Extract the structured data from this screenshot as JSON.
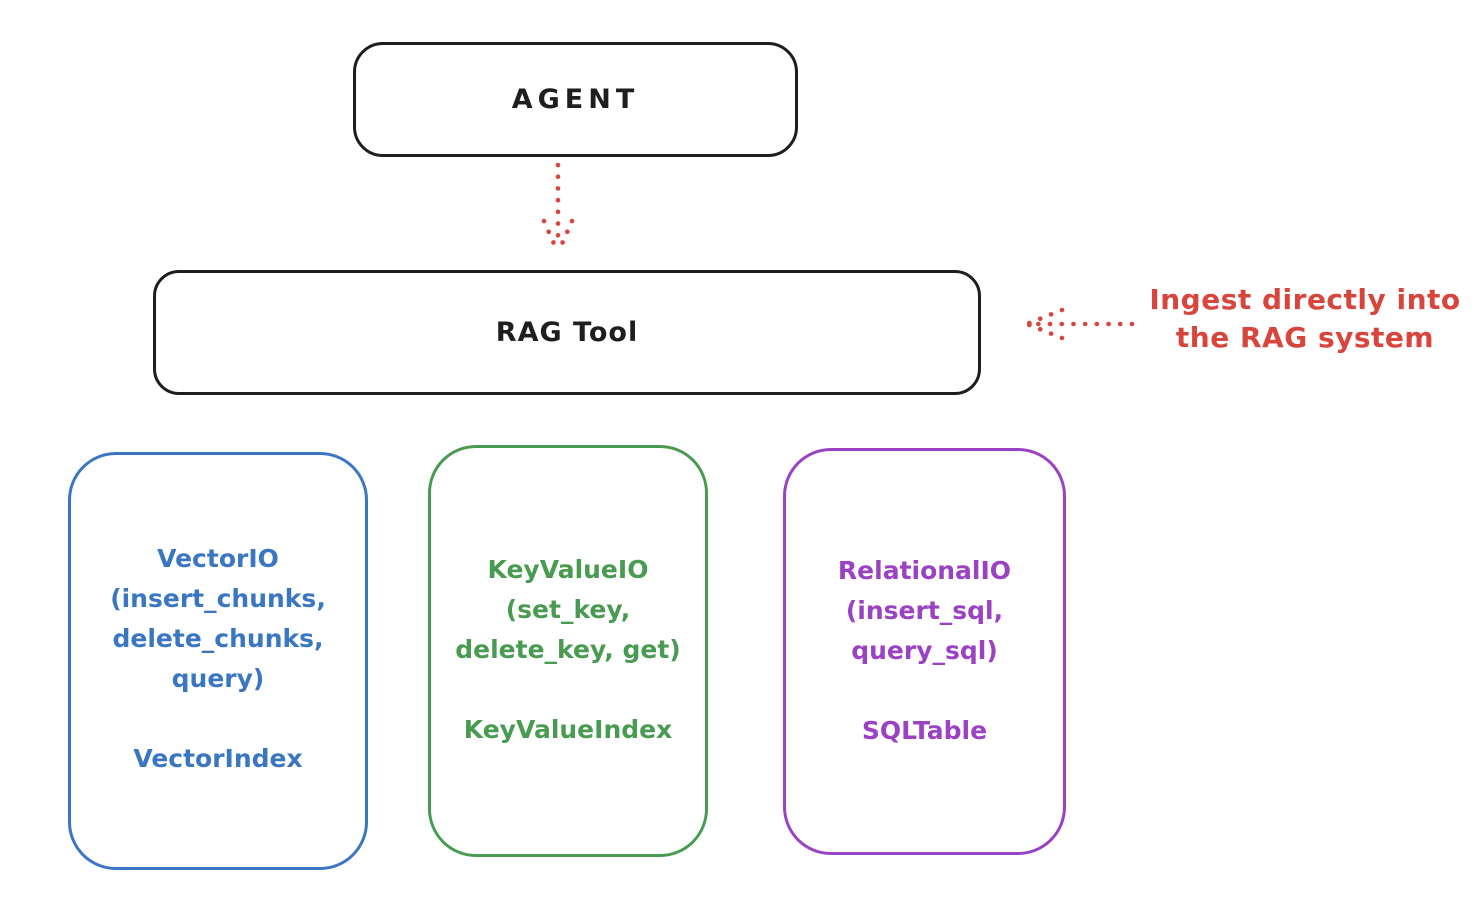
{
  "colors": {
    "background": "#ffffff",
    "ink": "#1e1e1e",
    "red": "#d8453c",
    "blue": "#3b76c2",
    "green": "#489b50",
    "purple": "#9a41c4"
  },
  "nodes": {
    "agent": {
      "label": "AGENT"
    },
    "rag_tool": {
      "label": "RAG Tool"
    }
  },
  "annotation": {
    "lines": [
      "Ingest directly into",
      "the RAG system"
    ]
  },
  "arrows": [
    {
      "name": "agent-to-rag",
      "style": "dotted",
      "direction": "down",
      "color": "#d8453c"
    },
    {
      "name": "annotation-to-rag",
      "style": "dotted",
      "direction": "left",
      "color": "#d8453c"
    }
  ],
  "storage_nodes": [
    {
      "id": "vector-io",
      "color": "#3b76c2",
      "lines": [
        "VectorIO",
        "(insert_chunks,",
        "delete_chunks,",
        "query)"
      ],
      "index_label": "VectorIndex"
    },
    {
      "id": "keyvalue-io",
      "color": "#489b50",
      "lines": [
        "KeyValueIO",
        "(set_key,",
        "delete_key, get)"
      ],
      "index_label": "KeyValueIndex"
    },
    {
      "id": "relational-io",
      "color": "#9a41c4",
      "lines": [
        "RelationalIO",
        "(insert_sql,",
        "query_sql)"
      ],
      "index_label": "SQLTable"
    }
  ]
}
